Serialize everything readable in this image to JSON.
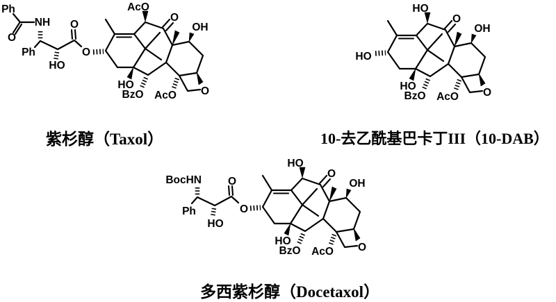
{
  "figure": {
    "background_color": "#ffffff",
    "ink_color": "#000000",
    "description_labels_only": "three chemical structure drawings with captions"
  },
  "molecules": {
    "taxol": {
      "caption": "紫杉醇（Taxol）",
      "labels": {
        "ph_amide": "Ph",
        "o_amide": "O",
        "nh": "NH",
        "ph_c3": "Ph",
        "ho_c2": "HO",
        "o_ester_carbonyl": "O",
        "o_ester": "O",
        "c10_substituent": "AcO",
        "o_ketone": "O",
        "oh_c7": "OH",
        "ho_c1": "HO",
        "obz_c2": "BzO",
        "oac_c4": "AcO",
        "o_oxetane": "O"
      }
    },
    "dab10": {
      "caption": "10-去乙酰基巴卡丁III（10-DAB）",
      "labels": {
        "c10_substituent": "HO",
        "c13_substituent": "HO",
        "o_ketone": "O",
        "oh_c7": "OH",
        "ho_c1": "HO",
        "obz_c2": "BzO",
        "oac_c4": "AcO",
        "o_oxetane": "O"
      }
    },
    "docetaxol": {
      "caption": "多西紫杉醇（Docetaxol）",
      "labels": {
        "boc_hn": "BocHN",
        "ph_c3": "Ph",
        "ho_c2": "HO",
        "o_ester_carbonyl": "O",
        "o_ester": "O",
        "c10_substituent": "HO",
        "o_ketone": "O",
        "oh_c7": "OH",
        "ho_c1": "HO",
        "obz_c2": "BzO",
        "oac_c4": "AcO",
        "o_oxetane": "O"
      }
    }
  }
}
